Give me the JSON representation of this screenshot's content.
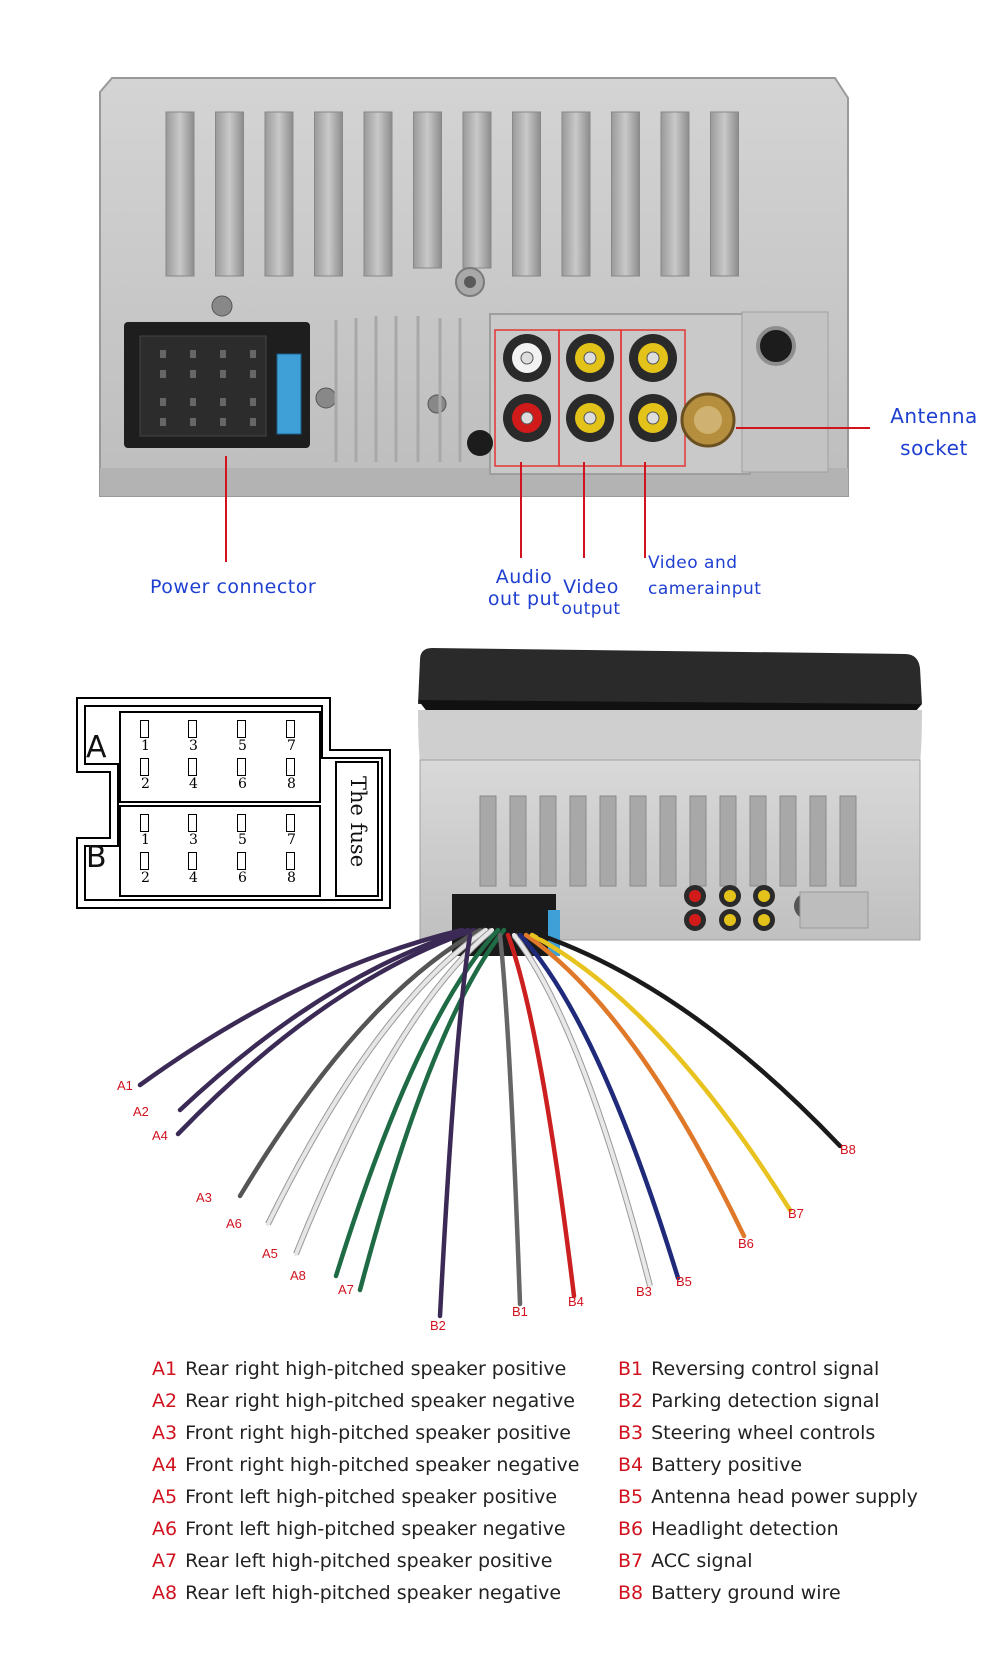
{
  "top_labels": {
    "power_connector": "Power connector",
    "audio_out_line1": "Audio",
    "audio_out_line2": "out put",
    "video_out_line1": "Video",
    "video_out_line2": "output",
    "video_in_line1": "Video and",
    "video_in_line2": "camerainput",
    "antenna_line1": "Antenna",
    "antenna_line2": "socket"
  },
  "pin_diagram": {
    "group_a": "A",
    "group_b": "B",
    "fuse": "The fuse",
    "pins_top": [
      "1",
      "3",
      "5",
      "7"
    ],
    "pins_bottom": [
      "2",
      "4",
      "6",
      "8"
    ]
  },
  "wire_labels": [
    "A1",
    "A2",
    "A4",
    "A3",
    "A6",
    "A5",
    "A8",
    "A7",
    "B2",
    "B1",
    "B4",
    "B3",
    "B5",
    "B6",
    "B7",
    "B8"
  ],
  "legend_a": [
    {
      "code": "A1",
      "text": "Rear right high-pitched speaker positive"
    },
    {
      "code": "A2",
      "text": "Rear right high-pitched speaker negative"
    },
    {
      "code": "A3",
      "text": "Front right high-pitched speaker positive"
    },
    {
      "code": "A4",
      "text": "Front right high-pitched speaker negative"
    },
    {
      "code": "A5",
      "text": "Front left high-pitched speaker positive"
    },
    {
      "code": "A6",
      "text": "Front left high-pitched speaker negative"
    },
    {
      "code": "A7",
      "text": "Rear left high-pitched speaker positive"
    },
    {
      "code": "A8",
      "text": "Rear left high-pitched speaker negative"
    }
  ],
  "legend_b": [
    {
      "code": "B1",
      "text": "Reversing control signal"
    },
    {
      "code": "B2",
      "text": "Parking detection signal"
    },
    {
      "code": "B3",
      "text": "Steering wheel controls"
    },
    {
      "code": "B4",
      "text": "Battery positive"
    },
    {
      "code": "B5",
      "text": "Antenna head power supply"
    },
    {
      "code": "B6",
      "text": "Headlight detection"
    },
    {
      "code": "B7",
      "text": "ACC signal"
    },
    {
      "code": "B8",
      "text": "Battery ground wire"
    }
  ],
  "colors": {
    "label_blue": "#1f3fd1",
    "callout_red": "#d1131f"
  }
}
